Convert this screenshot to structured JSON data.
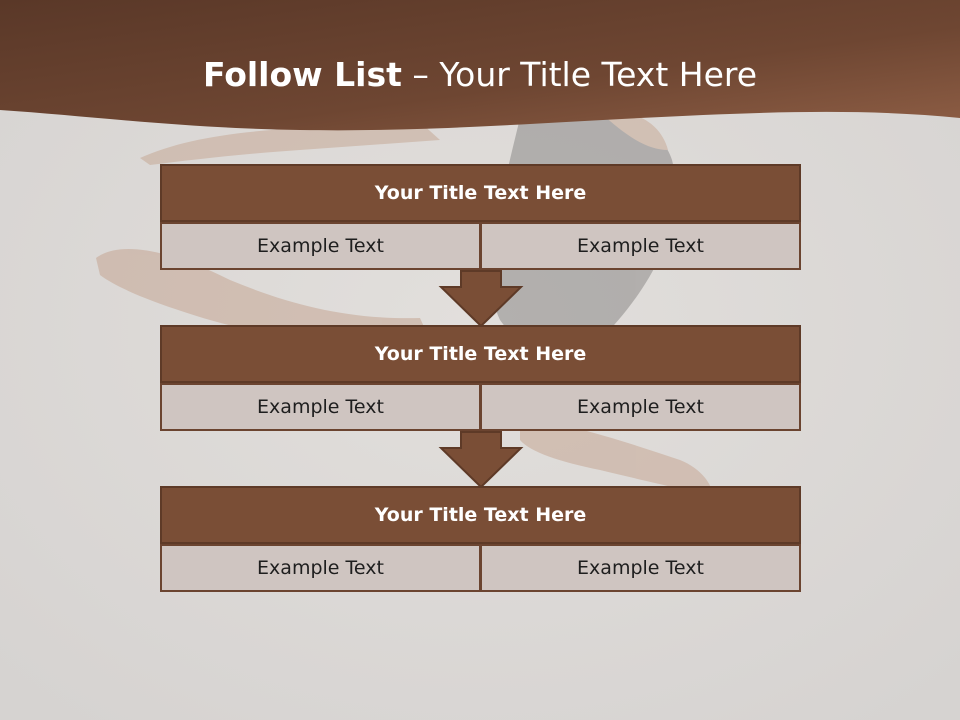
{
  "slide": {
    "title_bold": "Follow List",
    "title_rest": " – Your Title Text Here"
  },
  "blocks": [
    {
      "title": "Your Title Text Here",
      "cells": [
        "Example Text",
        "Example Text"
      ]
    },
    {
      "title": "Your Title Text Here",
      "cells": [
        "Example Text",
        "Example Text"
      ]
    },
    {
      "title": "Your Title Text Here",
      "cells": [
        "Example Text",
        "Example Text"
      ]
    }
  ],
  "colors": {
    "header_brown": "#6b4430",
    "block_title_bg": "#7a4e36",
    "cell_bg": "#cfc5c1",
    "background": "#dcdad8"
  }
}
